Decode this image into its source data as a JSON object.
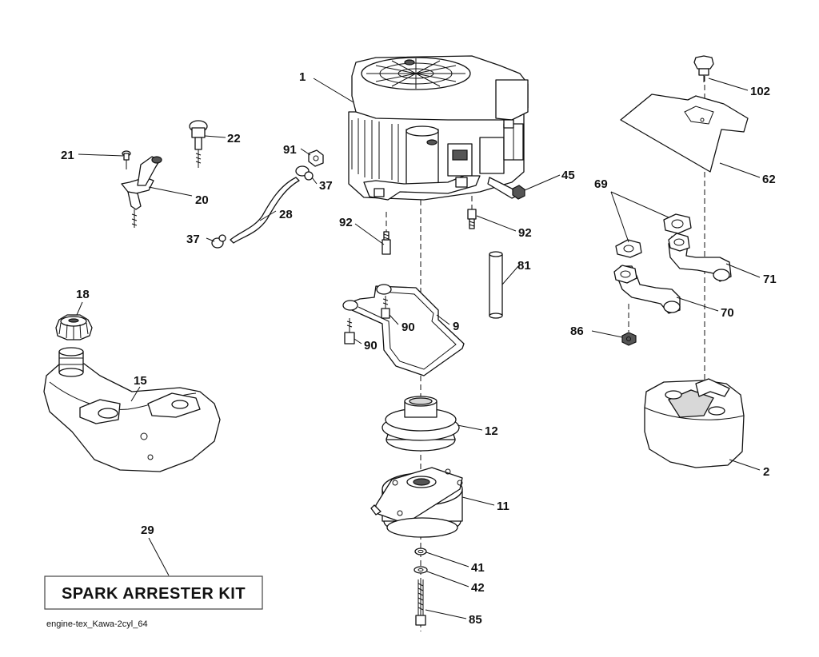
{
  "callouts": {
    "c1": "1",
    "c2": "2",
    "c9": "9",
    "c11": "11",
    "c12": "12",
    "c15": "15",
    "c18": "18",
    "c20": "20",
    "c21": "21",
    "c22": "22",
    "c28": "28",
    "c29": "29",
    "c37a": "37",
    "c37b": "37",
    "c41": "41",
    "c42": "42",
    "c45": "45",
    "c62": "62",
    "c69": "69",
    "c70": "70",
    "c71": "71",
    "c81": "81",
    "c85": "85",
    "c86": "86",
    "c90a": "90",
    "c90b": "90",
    "c91": "91",
    "c92a": "92",
    "c92b": "92",
    "c102": "102"
  },
  "kit_label": "SPARK ARRESTER KIT",
  "footer": "engine-tex_Kawa-2cyl_64"
}
